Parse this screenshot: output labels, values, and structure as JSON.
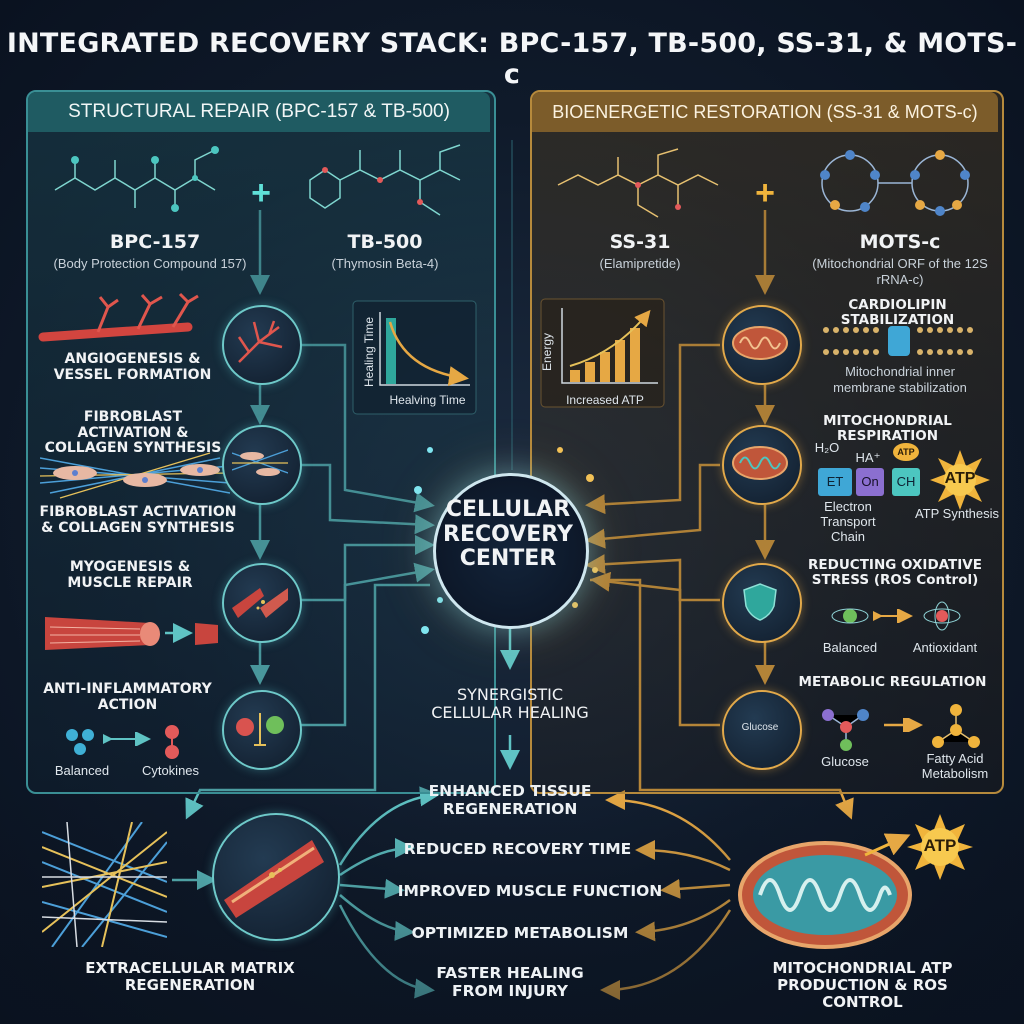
{
  "title": "INTEGRATED RECOVERY STACK: BPC-157, TB-500, SS-31, & MOTS-c",
  "left_panel": {
    "heading": "STRUCTURAL REPAIR (BPC-157 & TB-500)",
    "compound1": {
      "name": "BPC-157",
      "desc": "(Body Protection Compound 157)"
    },
    "compound2": {
      "name": "TB-500",
      "desc": "(Thymosin Beta-4)"
    },
    "chart": {
      "ylabel": "Healing Time",
      "xlabel": "Healving Time"
    },
    "steps": {
      "angiogenesis": "ANGIOGENESIS & VESSEL FORMATION",
      "fibro1": "FIBROBLAST ACTIVATION & COLLAGEN SYNTHESIS",
      "fibro2": "FIBROBLAST ACTIVATION & COLLAGEN SYNTHESIS",
      "myo": "MYOGENESIS & MUSCLE REPAIR",
      "anti": "ANTI-INFLAMMATORY ACTION",
      "balanced": "Balanced",
      "cytokines": "Cytokines"
    }
  },
  "right_panel": {
    "heading": "BIOENERGETIC RESTORATION (SS-31 & MOTS-c)",
    "compound1": {
      "name": "SS-31",
      "desc": "(Elamipretide)"
    },
    "compound2": {
      "name": "MOTS-c",
      "desc": "(Mitochondrial ORF of the 12S rRNA-c)"
    },
    "chart": {
      "ylabel": "Energy",
      "xlabel": "Increased ATP"
    },
    "cardio": {
      "title": "CARDIOLIPIN STABILIZATION",
      "desc": "Mitochondrial inner membrane stabilization"
    },
    "resp": {
      "title": "MITOCHONDRIAL RESPIRATION",
      "h2o": "H₂O",
      "ha": "HA⁺",
      "atp_small": "ATP",
      "et": "ET",
      "on": "On",
      "ch": "CH",
      "atp": "ATP",
      "etc": "Electron Transport Chain",
      "synth": "ATP Synthesis"
    },
    "ros": {
      "title": "REDUCTING OXIDATIVE STRESS (ROS Control)",
      "balanced": "Balanced",
      "antioxidant": "Antioxidant"
    },
    "metab": {
      "title": "METABOLIC REGULATION",
      "glucose_icon": "Glucose",
      "glucose": "Glucose",
      "fatty": "Fatty Acid Metabolism"
    }
  },
  "center": {
    "label": "CELLULAR RECOVERY CENTER",
    "synergy": "SYNERGISTIC CELLULAR HEALING"
  },
  "outcomes": [
    "ENHANCED TISSUE REGENERATION",
    "REDUCED RECOVERY TIME",
    "IMPROVED MUSCLE FUNCTION",
    "OPTIMIZED METABOLISM",
    "FASTER HEALING FROM INJURY"
  ],
  "bottom_left": "EXTRACELLULAR MATRIX REGENERATION",
  "bottom_right": {
    "title": "MITOCHONDRIAL ATP PRODUCTION & ROS CONTROL",
    "atp": "ATP"
  },
  "colors": {
    "teal": "#5fc3c4",
    "gold": "#e6a844",
    "panel_left": "#1f5b62",
    "panel_right": "#7c5c2a"
  }
}
